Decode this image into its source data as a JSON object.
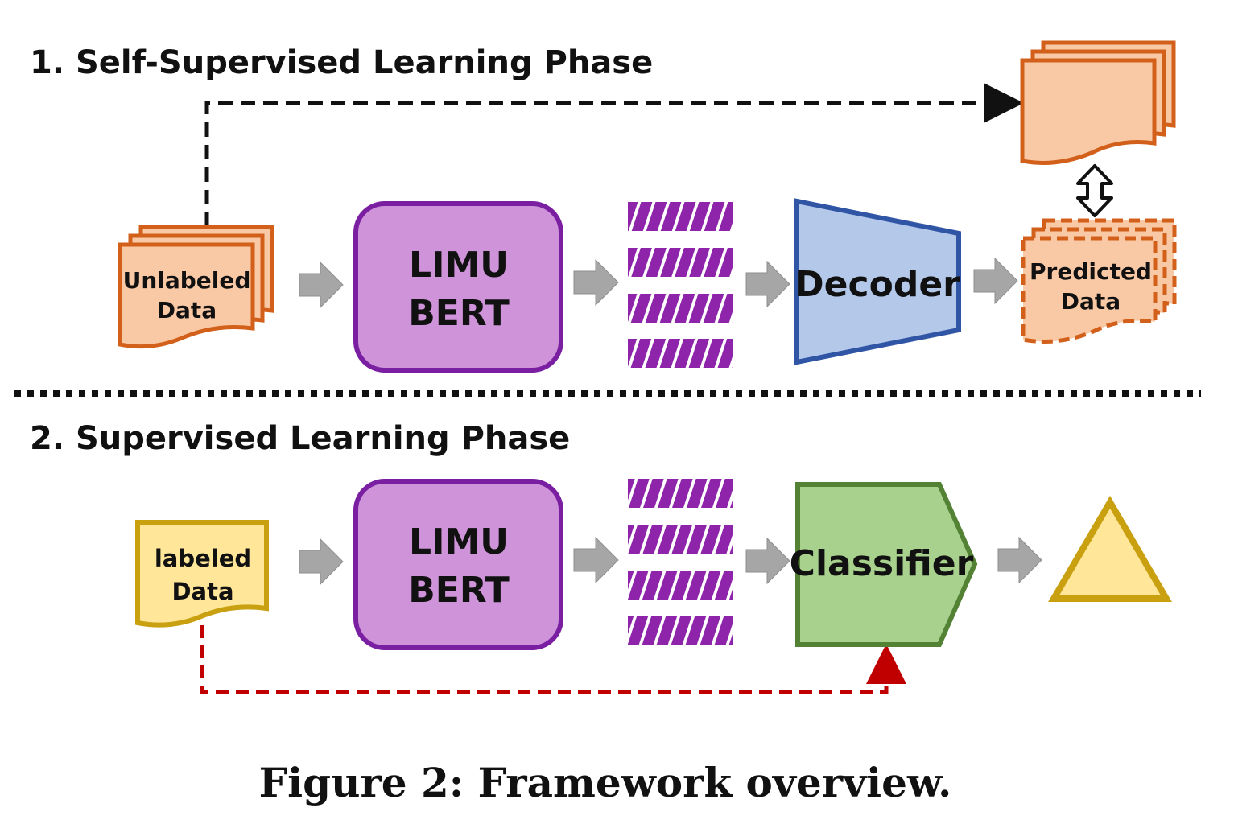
{
  "phase1": {
    "title": "1. Self-Supervised Learning Phase",
    "unlabeled_line1": "Unlabeled",
    "unlabeled_line2": "Data",
    "limu_line1": "LIMU",
    "limu_line2": "BERT",
    "decoder": "Decoder",
    "predicted_line1": "Predicted",
    "predicted_line2": "Data"
  },
  "phase2": {
    "title": "2. Supervised Learning Phase",
    "labeled_line1": "labeled",
    "labeled_line2": "Data",
    "limu_line1": "LIMU",
    "limu_line2": "BERT",
    "classifier": "Classifier"
  },
  "caption": "Figure 2: Framework overview.",
  "colors": {
    "orange_fill": "#F9C9A6",
    "orange_stroke": "#D2601A",
    "purple_fill": "#CE93D8",
    "purple_stroke": "#7B1FA2",
    "blue_fill": "#B4C8EA",
    "blue_stroke": "#2F55A4",
    "green_fill": "#A9D18E",
    "green_stroke": "#548235",
    "yellow_fill": "#FFE699",
    "yellow_stroke": "#C9A010",
    "gray_arrow": "#A6A6A6",
    "red_dash": "#C00000"
  }
}
